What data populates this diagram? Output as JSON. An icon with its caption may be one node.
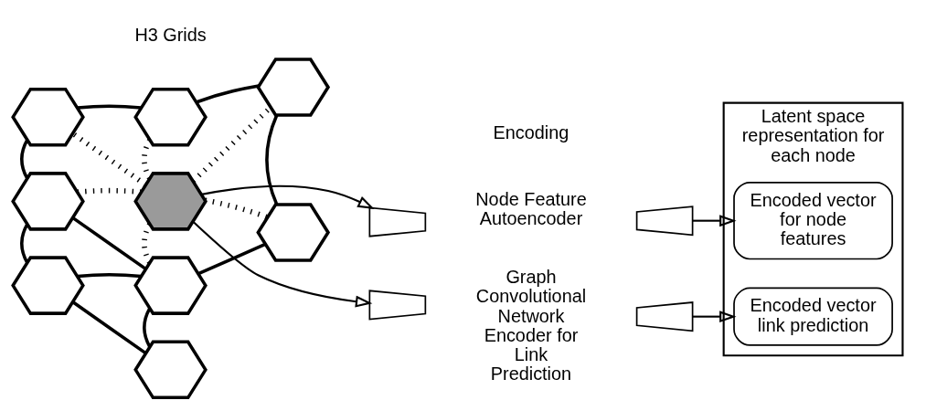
{
  "diagram": {
    "nodes": [
      {
        "text": [],
        "shape": "hexagon"
      },
      {
        "text": [],
        "shape": "hexagon"
      },
      {
        "text": [],
        "shape": "hexagon"
      },
      {
        "text": [],
        "shape": "hexagon"
      },
      {
        "text": [],
        "shape": "hexagon"
      },
      {
        "text": [],
        "shape": "hexagon"
      },
      {
        "text": [],
        "shape": "hexagon"
      },
      {
        "text": [],
        "shape": "hexagon"
      },
      {
        "text": [],
        "shape": "hexagon"
      },
      {
        "text": [],
        "shape": "trapezoid"
      },
      {
        "text": [],
        "shape": "trapezoid"
      },
      {
        "text": [],
        "shape": "trapezoid"
      },
      {
        "text": [],
        "shape": "trapezoid"
      },
      {
        "text": [
          "Latent space representation for each node"
        ]
      },
      {
        "text": [
          "Encoded vector for node features"
        ],
        "in": 13
      },
      {
        "text": [
          "Encoded vector link prediction"
        ],
        "in": 13
      }
    ],
    "edges": [
      {
        "from": 0,
        "to": 1,
        "arrow": "none"
      },
      {
        "from": 0,
        "to": 2,
        "arrow": "none"
      },
      {
        "from": 1,
        "to": 4,
        "arrow": "none"
      },
      {
        "from": 2,
        "to": 5,
        "arrow": "none"
      },
      {
        "from": 4,
        "to": 6,
        "arrow": "none"
      },
      {
        "from": 5,
        "to": 6,
        "arrow": "none"
      },
      {
        "from": 4,
        "to": 7,
        "arrow": "none"
      },
      {
        "from": 7,
        "to": 6,
        "arrow": "none"
      },
      {
        "from": 6,
        "to": 8,
        "arrow": "none"
      },
      {
        "from": 7,
        "to": 8,
        "arrow": "none"
      },
      {
        "from": 3,
        "to": 0,
        "arrow": "none",
        "style": "dashed"
      },
      {
        "from": 3,
        "to": 1,
        "arrow": "none",
        "style": "dashed"
      },
      {
        "from": 3,
        "to": 2,
        "arrow": "none",
        "style": "dashed"
      },
      {
        "from": 3,
        "to": 4,
        "arrow": "none",
        "style": "dashed"
      },
      {
        "from": 3,
        "to": 5,
        "arrow": "none",
        "style": "dashed"
      },
      {
        "from": 3,
        "to": 6,
        "arrow": "none",
        "style": "dashed"
      },
      {
        "from": 3,
        "to": 9,
        "arrow": "to"
      },
      {
        "from": 3,
        "to": 11,
        "arrow": "to"
      },
      {
        "from": 10,
        "to": 14,
        "arrow": "to"
      },
      {
        "from": 12,
        "to": 15,
        "arrow": "to"
      }
    ],
    "labels": [
      "H3 Grids",
      "Encoding",
      "Node Feature Autoencoder",
      "Graph Convolutional Network Encoder for Link Prediction"
    ]
  }
}
